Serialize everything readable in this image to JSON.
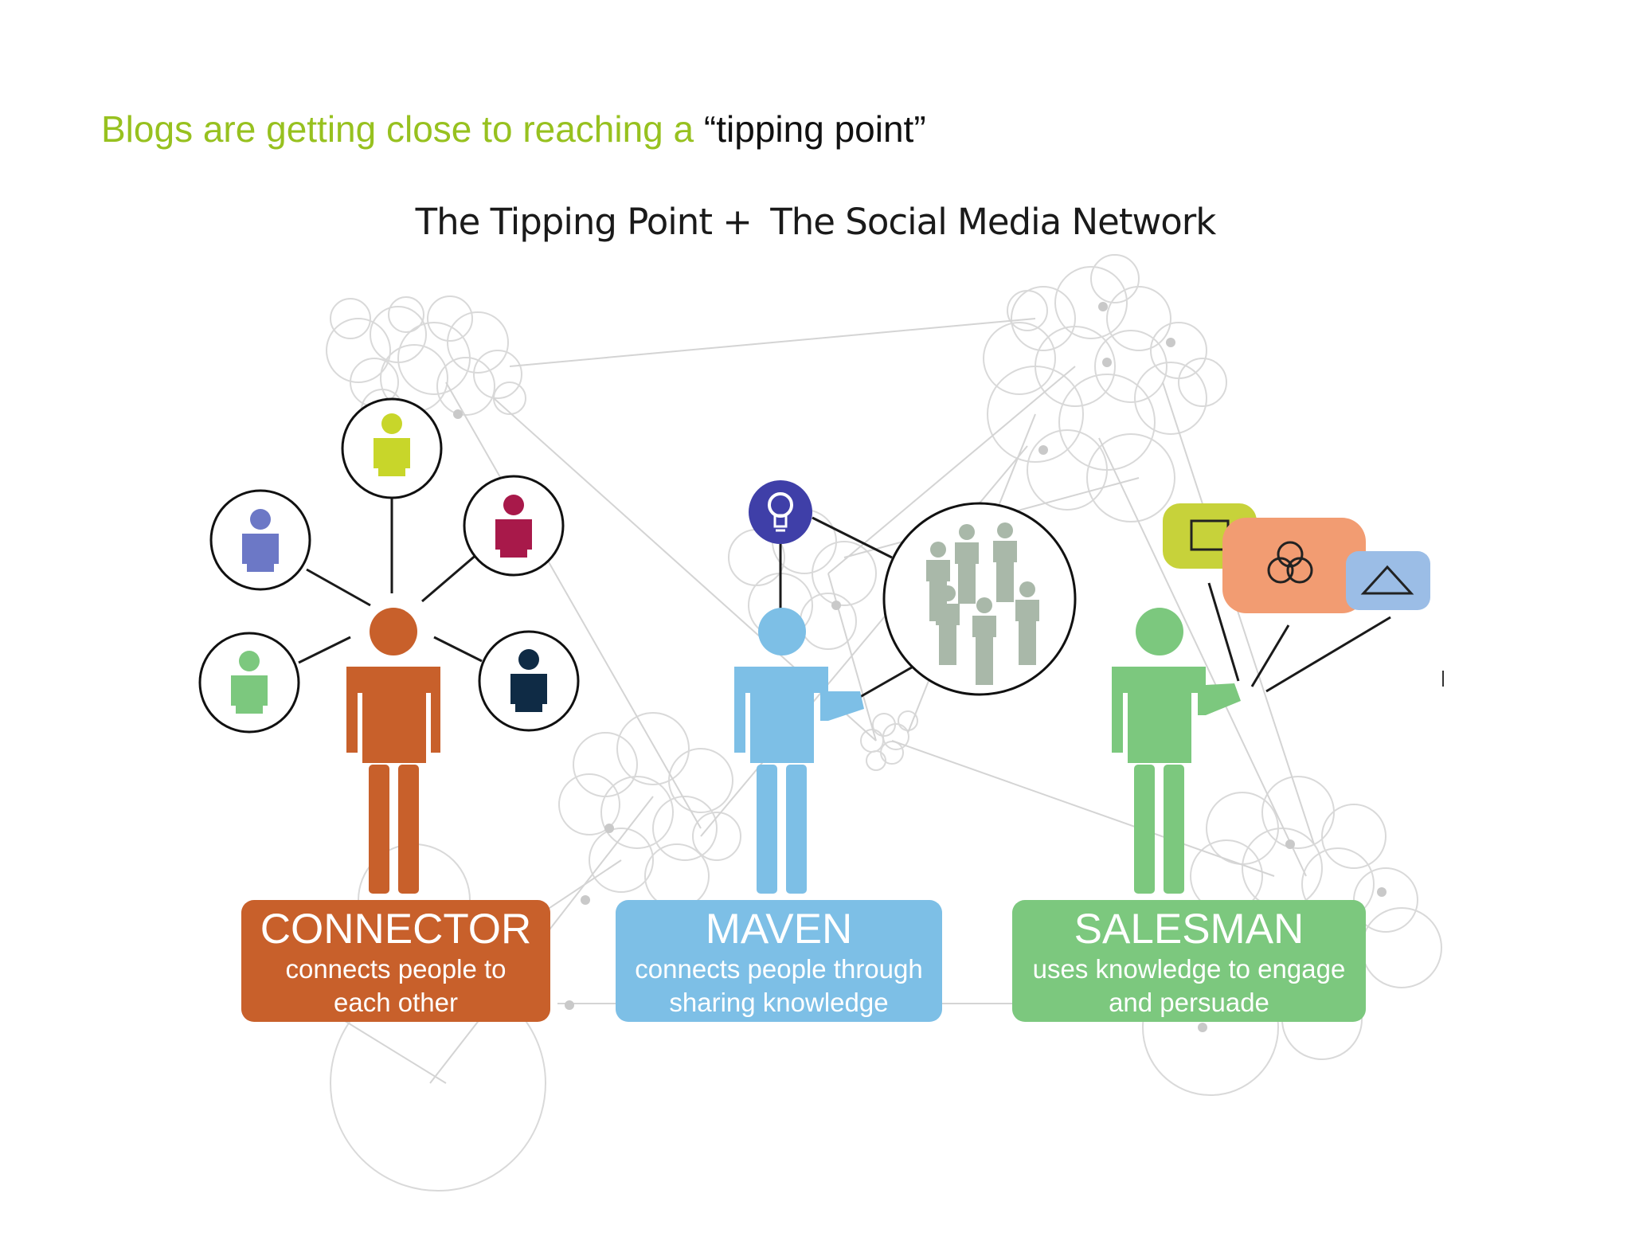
{
  "slide": {
    "title_green": "Blogs are getting close to reaching a",
    "title_quote": "“tipping point”"
  },
  "diagram": {
    "title_left": "The Tipping Point +",
    "title_right": "The Social Media Network",
    "roles": [
      {
        "id": "connector",
        "name": "CONNECTOR",
        "line1": "connects people to",
        "line2": "each other",
        "color": "#c8602b"
      },
      {
        "id": "maven",
        "name": "MAVEN",
        "line1": "connects people through",
        "line2": "sharing knowledge",
        "color": "#7dbfe6"
      },
      {
        "id": "salesman",
        "name": "SALESMAN",
        "line1": "uses knowledge to engage",
        "line2": "and persuade",
        "color": "#7cc87e"
      }
    ],
    "connector_contact_colors": [
      "#c8d62a",
      "#a8194a",
      "#0f2b45",
      "#7cc87e",
      "#6c78c6"
    ],
    "icons": [
      "lightbulb-icon",
      "crowd-icon",
      "square-icon",
      "overlapping-circles-icon",
      "triangle-icon"
    ],
    "network_color": "#d6d6d6"
  }
}
